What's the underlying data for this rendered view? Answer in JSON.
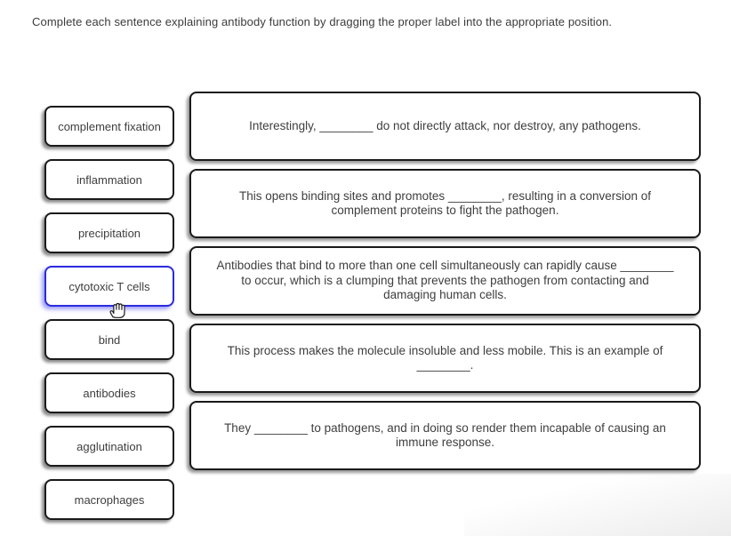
{
  "title": "Complete each sentence explaining antibody function by dragging the proper label into the appropriate position.",
  "labels": {
    "items": [
      {
        "text": "complement fixation",
        "state": "default"
      },
      {
        "text": "inflammation",
        "state": "default"
      },
      {
        "text": "precipitation",
        "state": "default"
      },
      {
        "text": "cytotoxic T cells",
        "state": "selected"
      },
      {
        "text": "bind",
        "state": "default"
      },
      {
        "text": "antibodies",
        "state": "default"
      },
      {
        "text": "agglutination",
        "state": "default"
      },
      {
        "text": "macrophages",
        "state": "default"
      }
    ]
  },
  "sentences": [
    {
      "text": "Interestingly, ________ do not directly attack, nor destroy, any pathogens."
    },
    {
      "text": "This opens binding sites and promotes ________, resulting in a conversion of complement proteins to fight the pathogen."
    },
    {
      "text": "Antibodies that bind to more than one cell simultaneously can rapidly cause ________ to occur, which is a clumping that prevents the pathogen from contacting and damaging human cells."
    },
    {
      "text": "This process makes the molecule insoluble and less mobile. This is an example of ________."
    },
    {
      "text": "They ________ to pathogens, and in doing so render them incapable of causing an immune response."
    }
  ],
  "colors": {
    "selected_border": "#2b2be0",
    "box_border": "#1a1a1a",
    "text": "#3e3e3e"
  },
  "cursor": {
    "icon": "hand-grab-icon"
  }
}
